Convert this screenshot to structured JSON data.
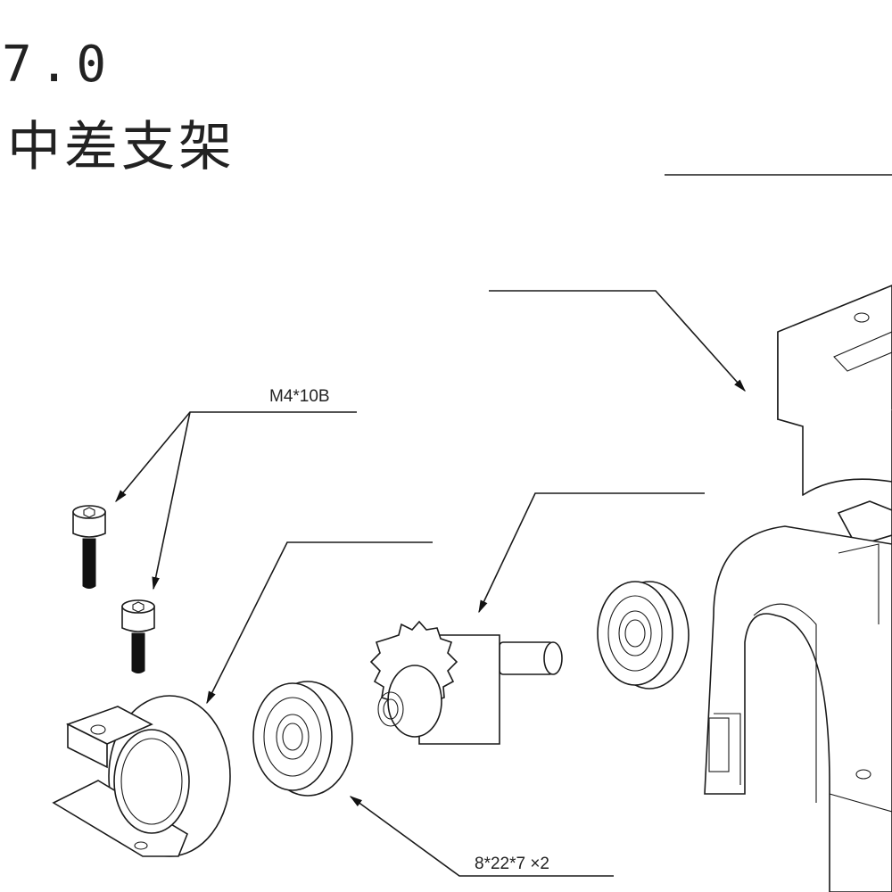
{
  "diagram": {
    "section_number": "7.0",
    "section_title": "中差支架",
    "callouts": {
      "screw": "M4*10B",
      "bearing": "8*22*7 ×2"
    }
  }
}
